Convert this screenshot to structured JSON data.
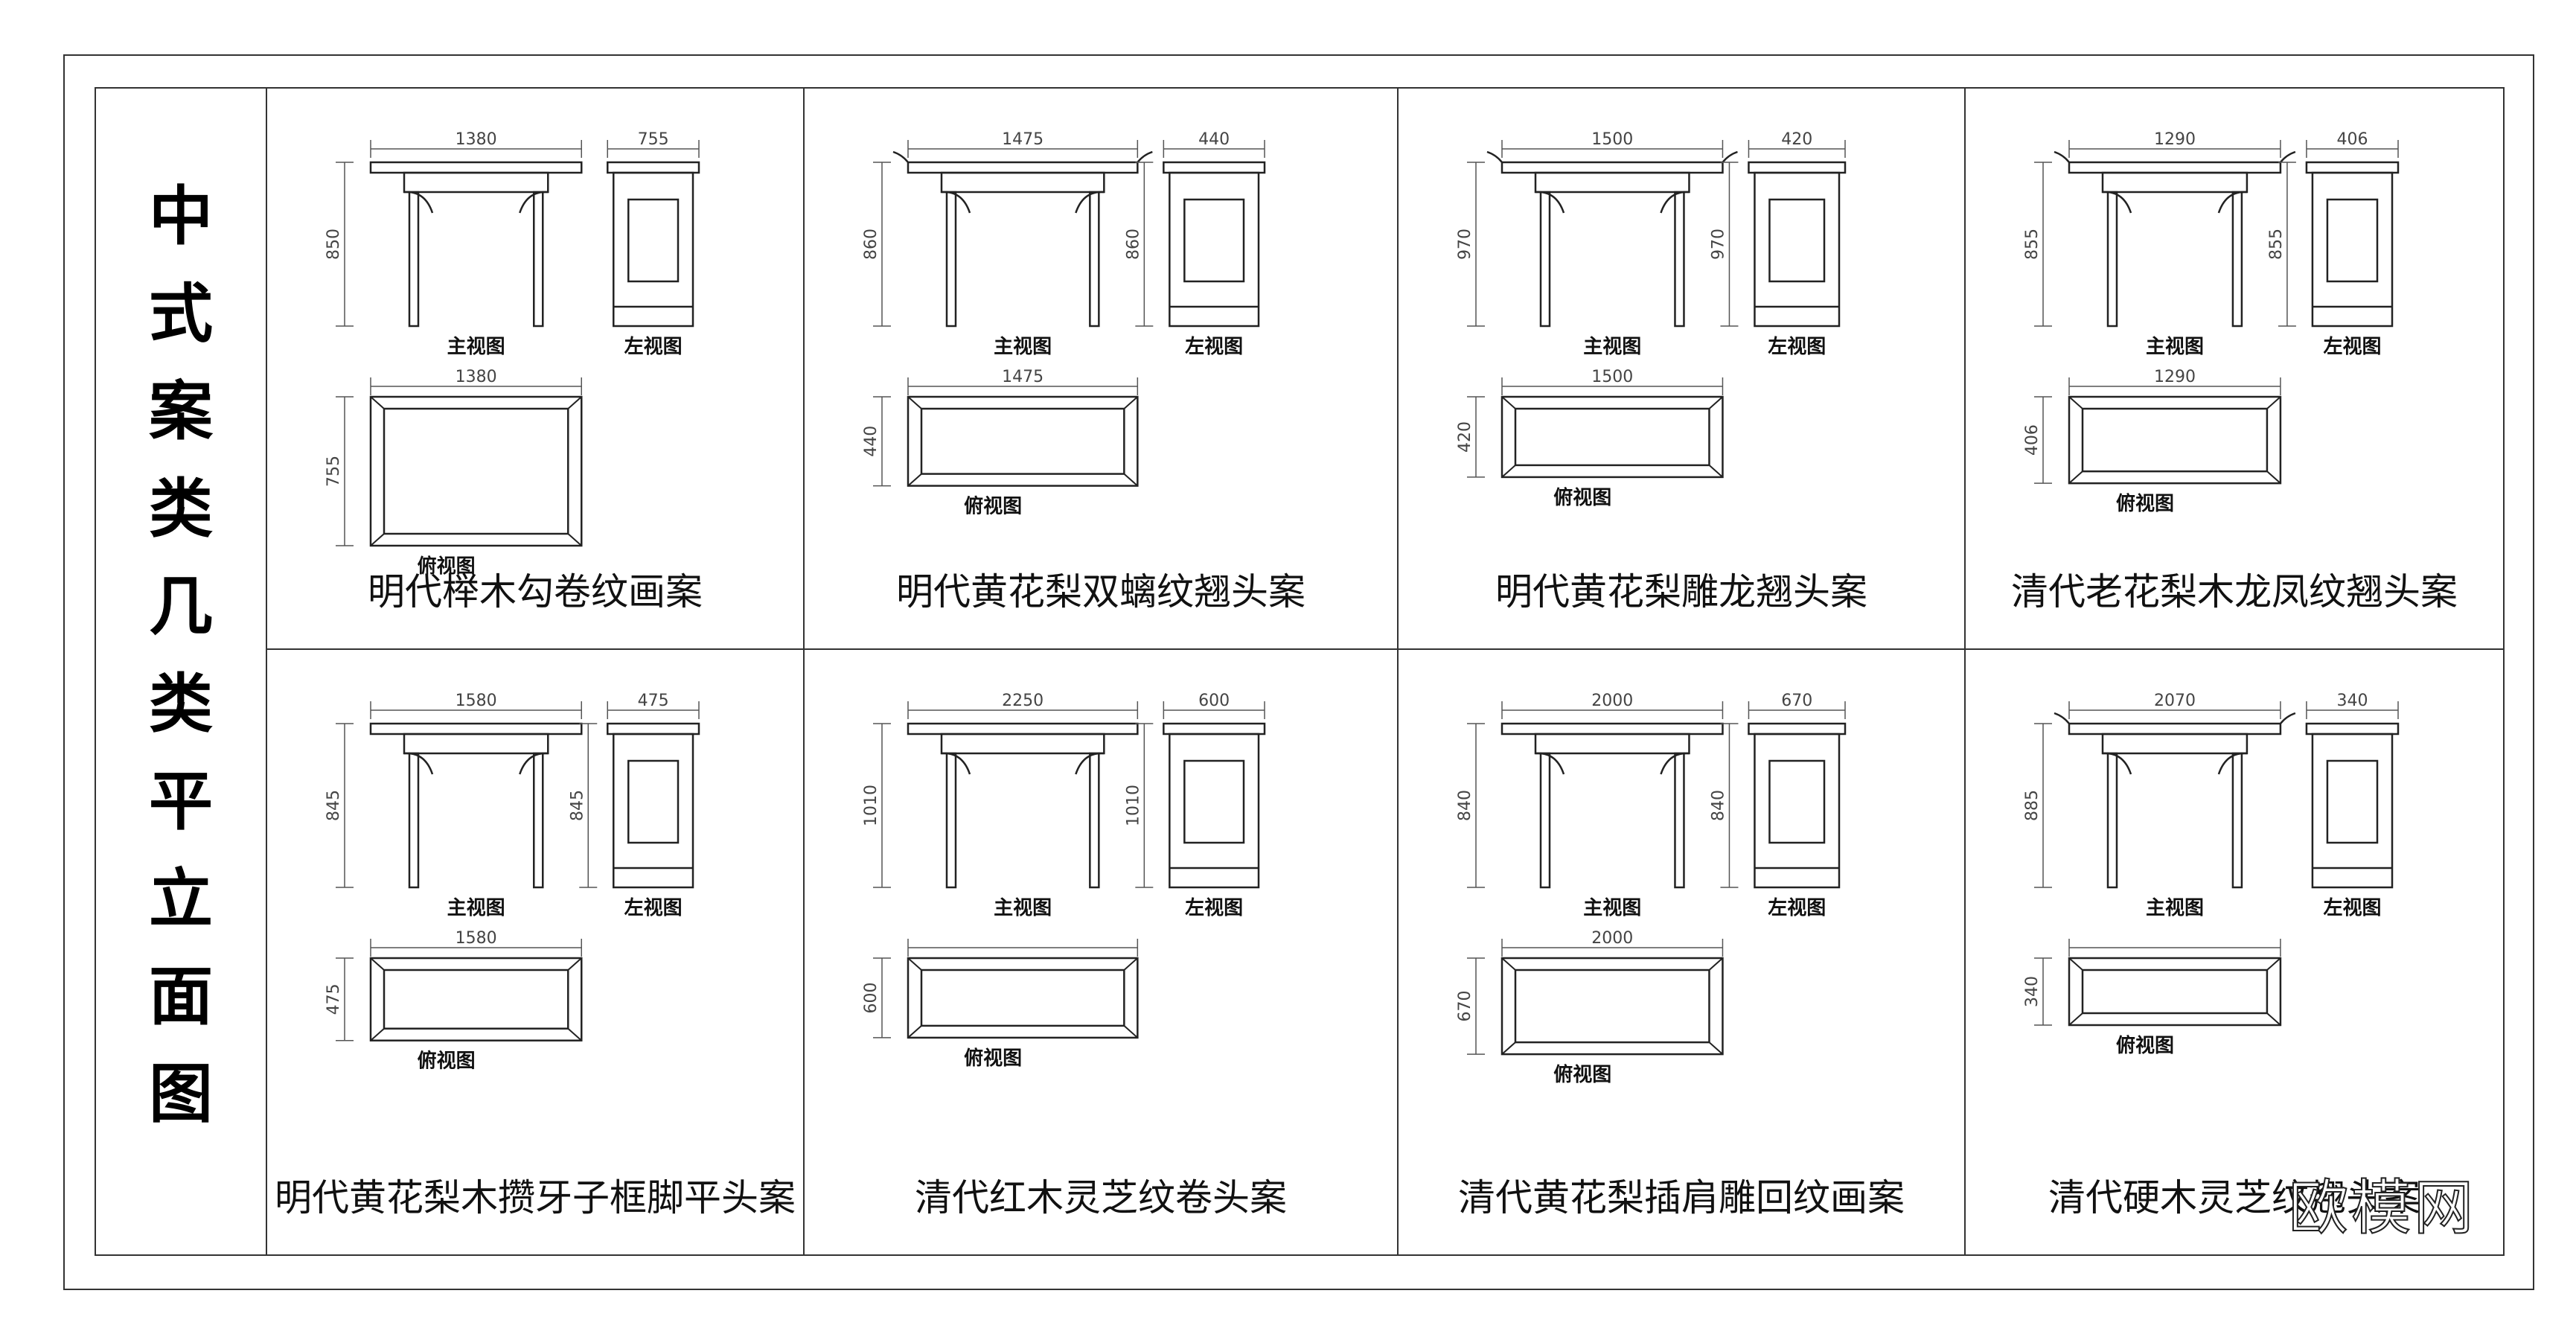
{
  "sheet": {
    "title_chars": [
      "中",
      "式",
      "案",
      "类",
      "几",
      "类",
      "平",
      "立",
      "面",
      "图"
    ],
    "watermark": "欧模网"
  },
  "labels": {
    "front": "主视图",
    "side": "左视图",
    "top": "俯视图"
  },
  "tables": [
    {
      "name": "明代榉木勾卷纹画案",
      "length": "1380",
      "depth": "755",
      "height": "850",
      "top_length": "1380",
      "top_depth": "755"
    },
    {
      "name": "明代黄花梨双螭纹翘头案",
      "length": "1475",
      "depth": "440",
      "height": "860",
      "side_height": "860",
      "top_length": "1475",
      "top_depth": "440"
    },
    {
      "name": "明代黄花梨雕龙翘头案",
      "length": "1500",
      "depth": "420",
      "height": "970",
      "side_height": "970",
      "top_length": "1500",
      "top_depth": "420"
    },
    {
      "name": "清代老花梨木龙凤纹翘头案",
      "length": "1290",
      "depth": "406",
      "height": "855",
      "side_height": "855",
      "top_length": "1290",
      "top_depth": "406"
    },
    {
      "name": "明代黄花梨木攒牙子框脚平头案",
      "length": "1580",
      "depth": "475",
      "height": "845",
      "side_height": "845",
      "top_length": "1580",
      "top_depth": "475"
    },
    {
      "name": "清代红木灵芝纹卷头案",
      "length": "2250",
      "depth": "600",
      "height": "1010",
      "side_height": "1010",
      "top_length": "",
      "top_depth": "600"
    },
    {
      "name": "清代黄花梨插肩雕回纹画案",
      "length": "2000",
      "depth": "670",
      "height": "840",
      "side_height": "840",
      "top_length": "2000",
      "top_depth": "670"
    },
    {
      "name": "清代硬木灵芝纹翘头案",
      "length": "2070",
      "depth": "340",
      "height": "885",
      "side_height": "",
      "top_length": "",
      "top_depth": "340"
    }
  ]
}
